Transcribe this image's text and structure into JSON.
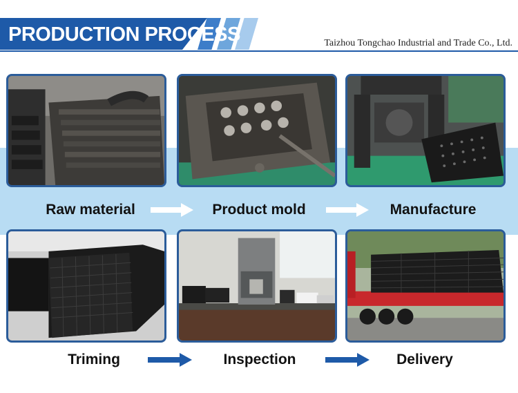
{
  "header": {
    "title": "PRODUCTION PROCESS",
    "company": "Taizhou Tongchao Industrial and Trade Co., Ltd."
  },
  "steps": [
    {
      "label": "Raw material"
    },
    {
      "label": "Product mold"
    },
    {
      "label": "Manufacture"
    },
    {
      "label": "Triming"
    },
    {
      "label": "Inspection"
    },
    {
      "label": "Delivery"
    }
  ],
  "colors": {
    "brand_blue": "#1e5aa8",
    "band": "#b8dcf3",
    "arrow_white": "#ffffff",
    "arrow_blue": "#1e5aa8"
  }
}
